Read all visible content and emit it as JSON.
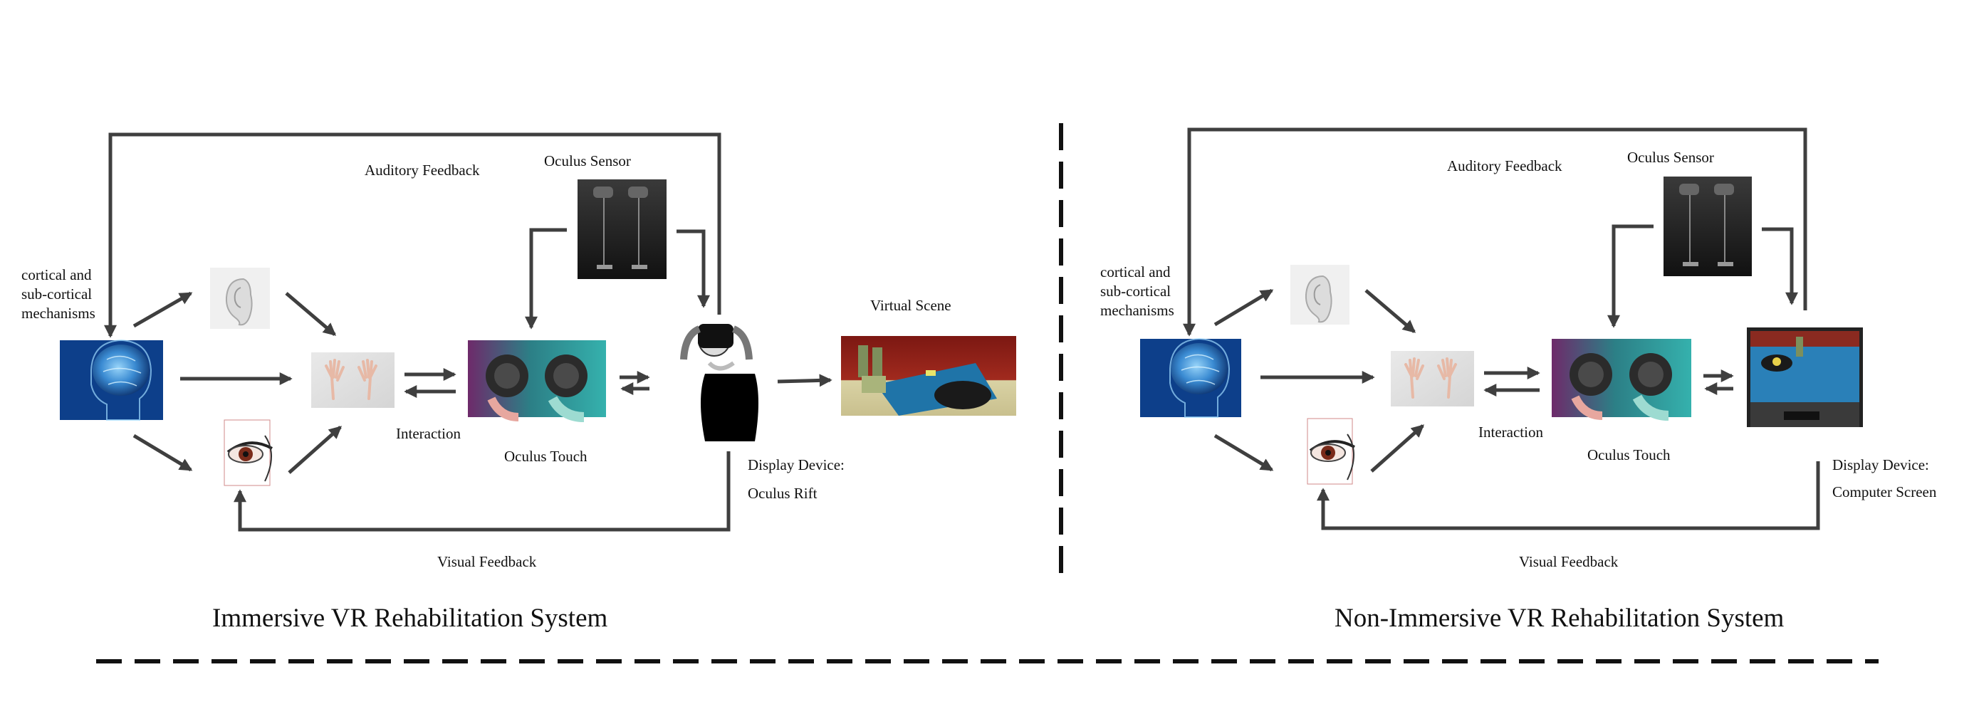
{
  "immersive": {
    "title": "Immersive VR Rehabilitation System",
    "brain_label": [
      "cortical and",
      "sub-cortical",
      "mechanisms"
    ],
    "auditory_feedback": "Auditory Feedback",
    "oculus_sensor": "Oculus Sensor",
    "interaction": "Interaction",
    "oculus_touch": "Oculus Touch",
    "display_device": "Display Device:",
    "display_name": "Oculus Rift",
    "virtual_scene": "Virtual Scene",
    "visual_feedback": "Visual Feedback"
  },
  "non_immersive": {
    "title": "Non-Immersive VR Rehabilitation System",
    "brain_label": [
      "cortical and",
      "sub-cortical",
      "mechanisms"
    ],
    "auditory_feedback": "Auditory Feedback",
    "oculus_sensor": "Oculus Sensor",
    "interaction": "Interaction",
    "oculus_touch": "Oculus Touch",
    "display_device": "Display Device:",
    "display_name": "Computer Screen",
    "visual_feedback": "Visual Feedback"
  },
  "colors": {
    "arrow": "#3f3f3f",
    "brain_bg": "#0d3f8a",
    "brain_glow": "#5fb6f2",
    "touch_bg": "#2a9c9c",
    "touch_left": "#7a2f74",
    "scene_wall": "#8a1d16",
    "scene_floor": "#d8d3a0",
    "scene_table": "#1f74a8"
  }
}
